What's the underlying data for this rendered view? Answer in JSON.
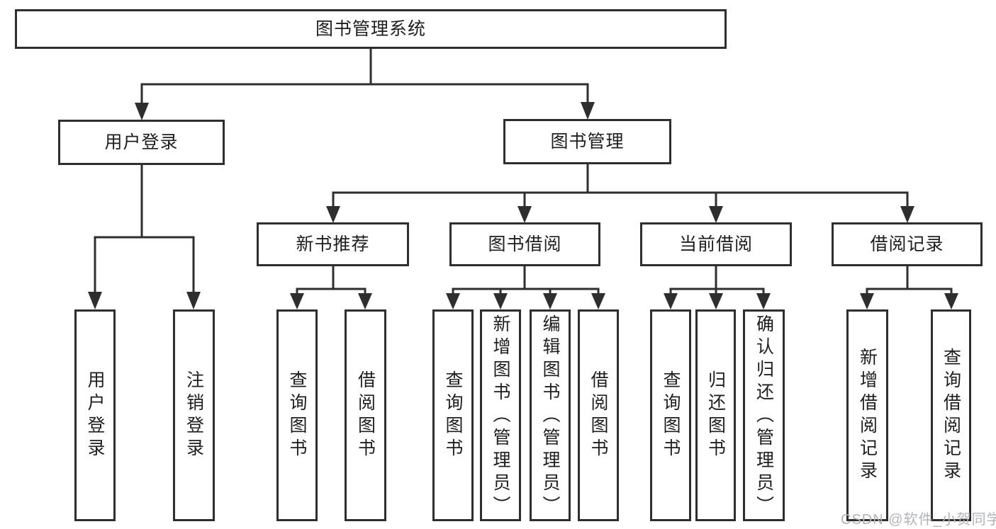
{
  "colors": {
    "line": "#2e2e2e",
    "box_border": "#2e2e2e",
    "text": "#1e1e1e",
    "background": "#ffffff",
    "watermark": "#b0b4ba"
  },
  "diagram": {
    "type": "hierarchy-tree",
    "root": {
      "label": "图书管理系统"
    },
    "level2": {
      "user_login": {
        "label": "用户登录"
      },
      "book_mgmt": {
        "label": "图书管理"
      }
    },
    "level3": {
      "new_book_rec": {
        "label": "新书推荐"
      },
      "book_borrow": {
        "label": "图书借阅"
      },
      "current_borrow": {
        "label": "当前借阅"
      },
      "borrow_record": {
        "label": "借阅记录"
      }
    },
    "leaves": {
      "user_login_leaf": {
        "label": "用户登录",
        "parent": "用户登录"
      },
      "logout": {
        "label": "注销登录",
        "parent": "用户登录"
      },
      "rec_query_book": {
        "label": "查询图书",
        "parent": "新书推荐"
      },
      "rec_borrow_book": {
        "label": "借阅图书",
        "parent": "新书推荐"
      },
      "bb_query_book": {
        "label": "查询图书",
        "parent": "图书借阅"
      },
      "bb_add_book": {
        "label": "新增图书（管理员）",
        "parent": "图书借阅"
      },
      "bb_edit_book": {
        "label": "编辑图书（管理员）",
        "parent": "图书借阅"
      },
      "bb_borrow_book": {
        "label": "借阅图书",
        "parent": "图书借阅"
      },
      "cb_query_book": {
        "label": "查询图书",
        "parent": "当前借阅"
      },
      "cb_return_book": {
        "label": "归还图书",
        "parent": "当前借阅"
      },
      "cb_confirm_return": {
        "label": "确认归还（管理员）",
        "parent": "当前借阅"
      },
      "br_add_record": {
        "label": "新增借阅记录",
        "parent": "借阅记录"
      },
      "br_query_record": {
        "label": "查询借阅记录",
        "parent": "借阅记录"
      }
    }
  },
  "watermark": {
    "text": "CSDN @软件_小贺同学"
  }
}
